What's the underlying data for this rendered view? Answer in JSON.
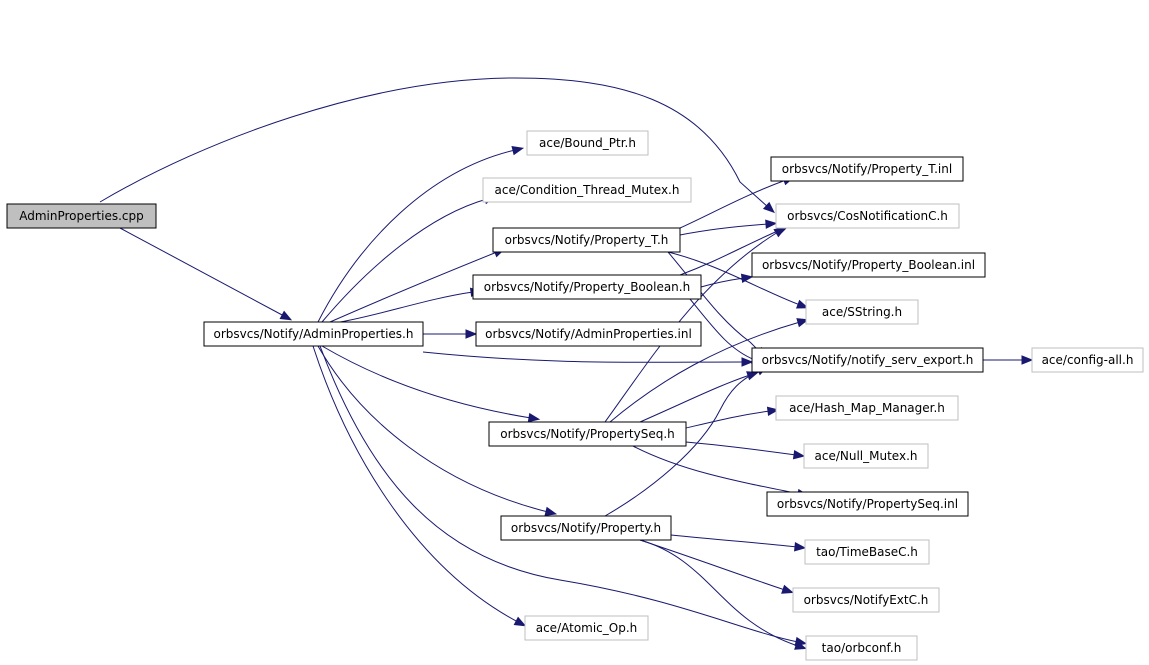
{
  "colors": {
    "edge": "#191970",
    "root_fill": "#bfbfbf",
    "node_fill": "#ffffff",
    "documented_border": "#000000",
    "undocumented_border": "#bfbfbf",
    "text": "#000000"
  },
  "nodes": [
    {
      "id": "admin-properties-cpp",
      "label": "AdminProperties.cpp",
      "style": "root"
    },
    {
      "id": "admin-properties-h",
      "label": "orbsvcs/Notify/AdminProperties.h",
      "style": "documented"
    },
    {
      "id": "bound-ptr-h",
      "label": "ace/Bound_Ptr.h",
      "style": "external"
    },
    {
      "id": "condition-thread-mutex-h",
      "label": "ace/Condition_Thread_Mutex.h",
      "style": "external"
    },
    {
      "id": "property-t-h",
      "label": "orbsvcs/Notify/Property_T.h",
      "style": "documented"
    },
    {
      "id": "property-boolean-h",
      "label": "orbsvcs/Notify/Property_Boolean.h",
      "style": "documented"
    },
    {
      "id": "admin-properties-inl",
      "label": "orbsvcs/Notify/AdminProperties.inl",
      "style": "documented"
    },
    {
      "id": "property-seq-h",
      "label": "orbsvcs/Notify/PropertySeq.h",
      "style": "documented"
    },
    {
      "id": "property-h",
      "label": "orbsvcs/Notify/Property.h",
      "style": "documented"
    },
    {
      "id": "atomic-op-h",
      "label": "ace/Atomic_Op.h",
      "style": "external"
    },
    {
      "id": "property-t-inl",
      "label": "orbsvcs/Notify/Property_T.inl",
      "style": "documented"
    },
    {
      "id": "cos-notification-c-h",
      "label": "orbsvcs/CosNotificationC.h",
      "style": "external"
    },
    {
      "id": "property-boolean-inl",
      "label": "orbsvcs/Notify/Property_Boolean.inl",
      "style": "documented"
    },
    {
      "id": "sstring-h",
      "label": "ace/SString.h",
      "style": "external"
    },
    {
      "id": "notify-serv-export-h",
      "label": "orbsvcs/Notify/notify_serv_export.h",
      "style": "documented"
    },
    {
      "id": "config-all-h",
      "label": "ace/config-all.h",
      "style": "external"
    },
    {
      "id": "hash-map-manager-h",
      "label": "ace/Hash_Map_Manager.h",
      "style": "external"
    },
    {
      "id": "null-mutex-h",
      "label": "ace/Null_Mutex.h",
      "style": "external"
    },
    {
      "id": "property-seq-inl",
      "label": "orbsvcs/Notify/PropertySeq.inl",
      "style": "documented"
    },
    {
      "id": "time-base-c-h",
      "label": "tao/TimeBaseC.h",
      "style": "external"
    },
    {
      "id": "notify-ext-c-h",
      "label": "orbsvcs/NotifyExtC.h",
      "style": "external"
    },
    {
      "id": "orbconf-h",
      "label": "tao/orbconf.h",
      "style": "external"
    }
  ],
  "edges": [
    {
      "from": "admin-properties-cpp",
      "to": "cos-notification-c-h"
    },
    {
      "from": "admin-properties-cpp",
      "to": "admin-properties-h"
    },
    {
      "from": "admin-properties-h",
      "to": "bound-ptr-h"
    },
    {
      "from": "admin-properties-h",
      "to": "condition-thread-mutex-h"
    },
    {
      "from": "admin-properties-h",
      "to": "property-t-h"
    },
    {
      "from": "admin-properties-h",
      "to": "property-boolean-h"
    },
    {
      "from": "admin-properties-h",
      "to": "admin-properties-inl"
    },
    {
      "from": "admin-properties-h",
      "to": "notify-serv-export-h"
    },
    {
      "from": "admin-properties-h",
      "to": "property-seq-h"
    },
    {
      "from": "admin-properties-h",
      "to": "property-h"
    },
    {
      "from": "admin-properties-h",
      "to": "atomic-op-h"
    },
    {
      "from": "admin-properties-h",
      "to": "orbconf-h"
    },
    {
      "from": "property-t-h",
      "to": "property-t-inl"
    },
    {
      "from": "property-t-h",
      "to": "cos-notification-c-h"
    },
    {
      "from": "property-t-h",
      "to": "sstring-h"
    },
    {
      "from": "property-t-h",
      "to": "notify-serv-export-h"
    },
    {
      "from": "property-boolean-h",
      "to": "property-boolean-inl"
    },
    {
      "from": "property-boolean-h",
      "to": "cos-notification-c-h"
    },
    {
      "from": "property-boolean-h",
      "to": "notify-serv-export-h"
    },
    {
      "from": "property-seq-h",
      "to": "cos-notification-c-h"
    },
    {
      "from": "property-seq-h",
      "to": "sstring-h"
    },
    {
      "from": "property-seq-h",
      "to": "notify-serv-export-h"
    },
    {
      "from": "property-seq-h",
      "to": "hash-map-manager-h"
    },
    {
      "from": "property-seq-h",
      "to": "null-mutex-h"
    },
    {
      "from": "property-seq-h",
      "to": "property-seq-inl"
    },
    {
      "from": "property-h",
      "to": "notify-serv-export-h"
    },
    {
      "from": "property-h",
      "to": "time-base-c-h"
    },
    {
      "from": "property-h",
      "to": "notify-ext-c-h"
    },
    {
      "from": "property-h",
      "to": "orbconf-h"
    },
    {
      "from": "notify-serv-export-h",
      "to": "config-all-h"
    }
  ]
}
